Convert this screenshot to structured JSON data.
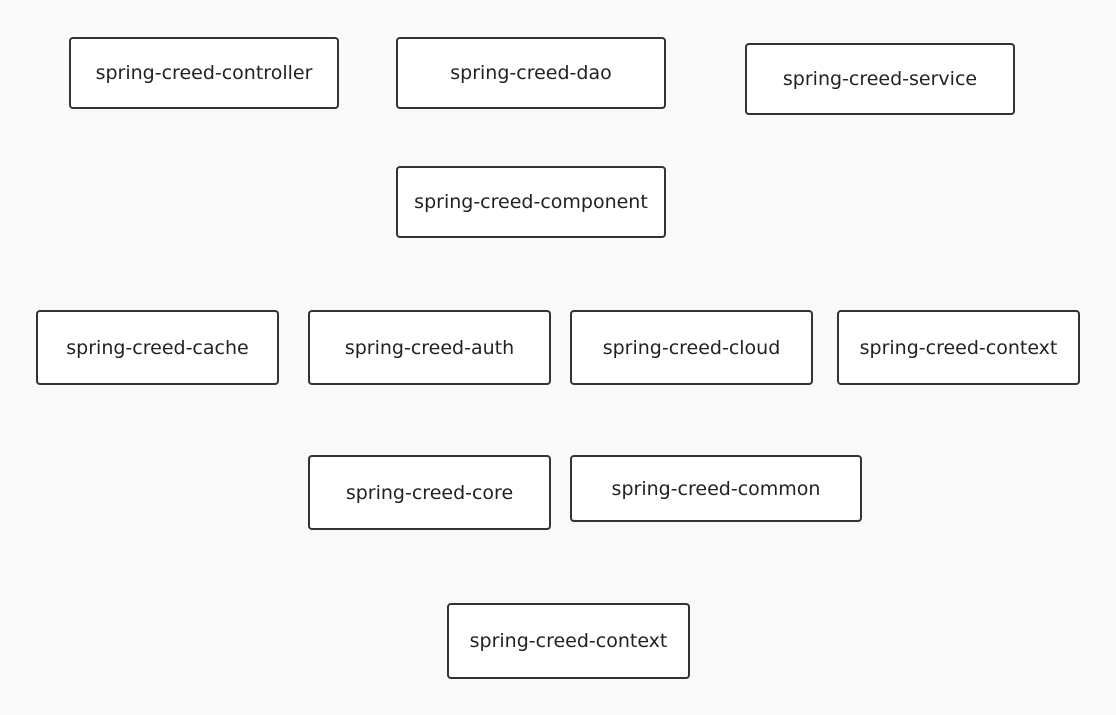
{
  "diagram": {
    "modules": [
      {
        "label": "spring-creed-controller"
      },
      {
        "label": "spring-creed-dao"
      },
      {
        "label": "spring-creed-service"
      },
      {
        "label": "spring-creed-component"
      },
      {
        "label": "spring-creed-cache"
      },
      {
        "label": "spring-creed-auth"
      },
      {
        "label": "spring-creed-cloud"
      },
      {
        "label": "spring-creed-context"
      },
      {
        "label": "spring-creed-core"
      },
      {
        "label": "spring-creed-common"
      },
      {
        "label": "spring-creed-context"
      }
    ]
  }
}
